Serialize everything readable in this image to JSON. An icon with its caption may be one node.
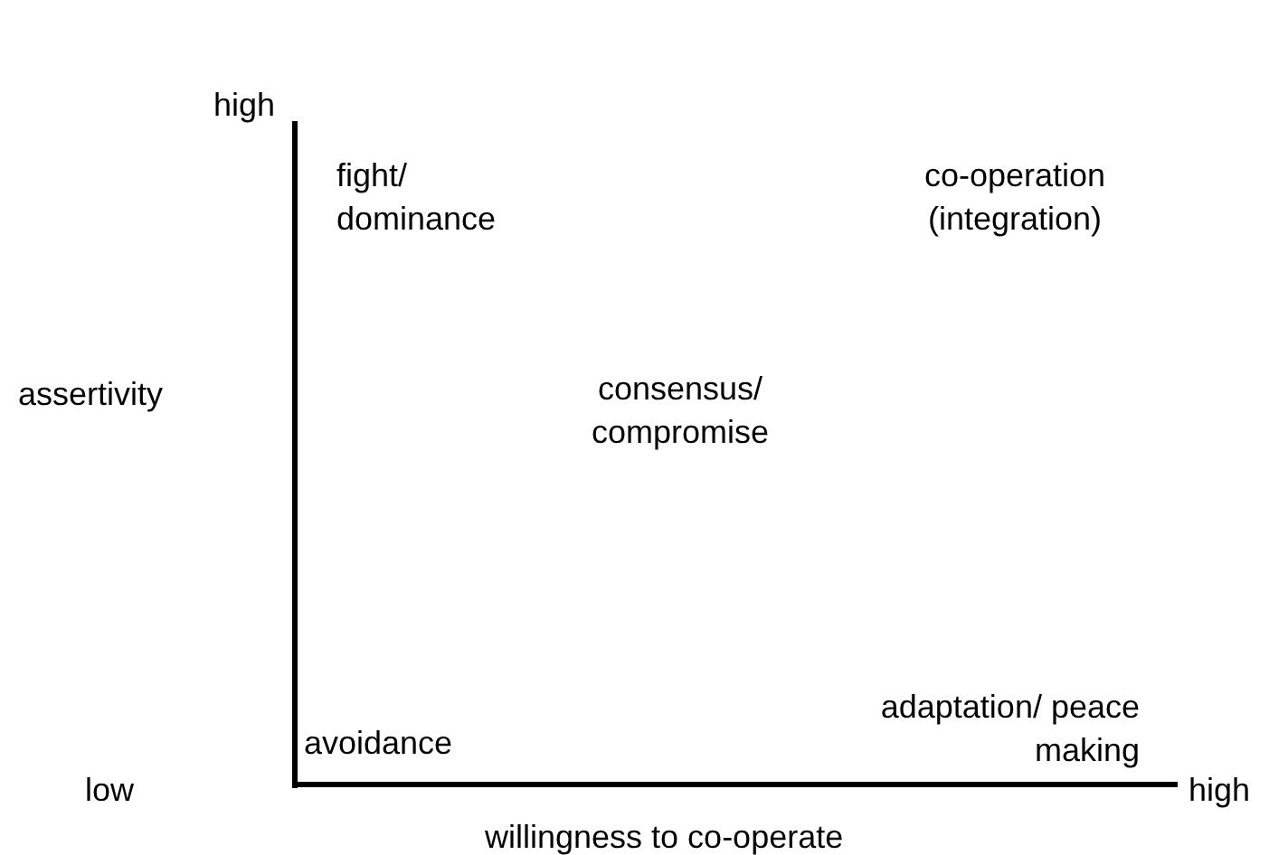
{
  "diagram": {
    "labels": [
      "high",
      "fight/ dominance",
      "co-operation (integration)",
      "assertivity",
      "consensus/ compromise",
      "adaptation/ peace making",
      "avoidance",
      "low",
      "high",
      "willingness to co-operate"
    ]
  }
}
